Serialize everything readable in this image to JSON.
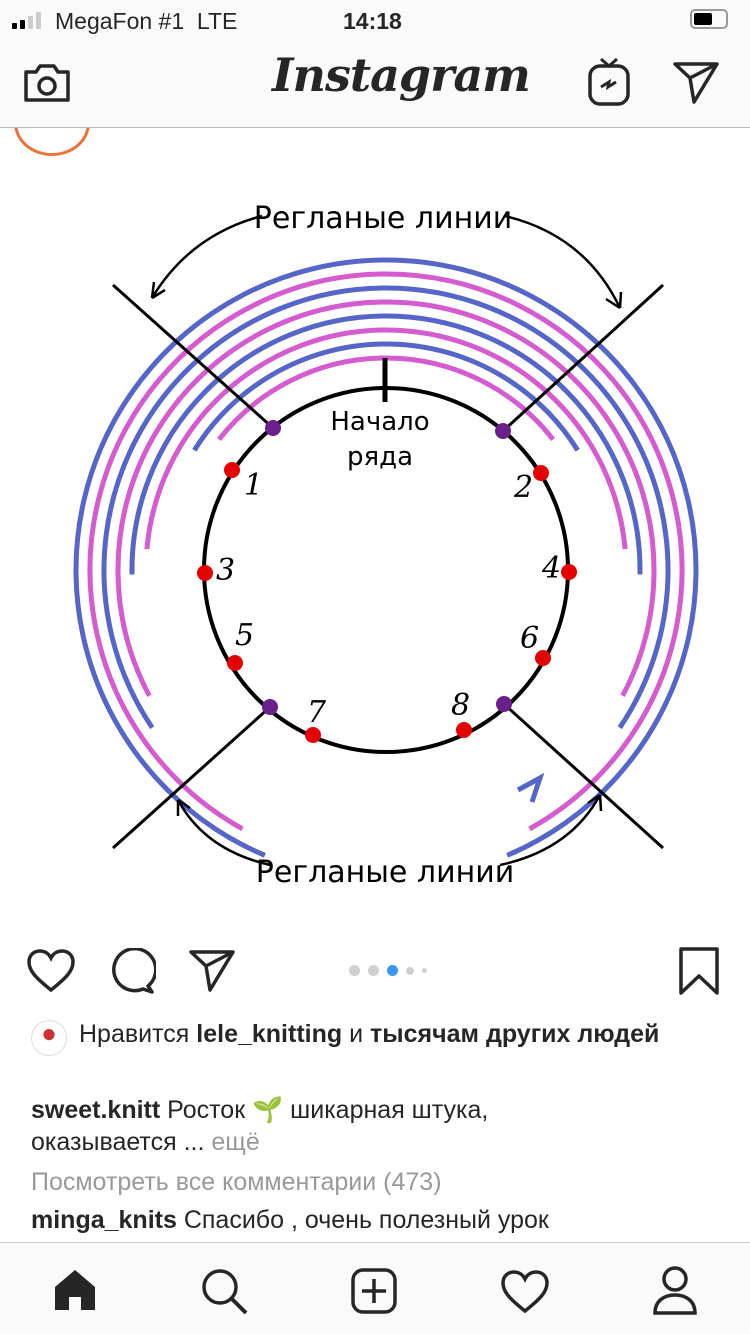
{
  "status": {
    "carrier": "MegaFon #1",
    "network": "LTE",
    "time": "14:18"
  },
  "header": {
    "title": "Instagram"
  },
  "diagram": {
    "top_label": "Регланые линии",
    "bottom_label": "Регланые линии",
    "center_label_1": "Начало",
    "center_label_2": "ряда",
    "markers": [
      "1",
      "2",
      "3",
      "4",
      "5",
      "6",
      "7",
      "8"
    ],
    "colors": {
      "blue": "#5566c8",
      "pink": "#d45ccf",
      "red": "#e50000",
      "purple": "#6a1f8a"
    }
  },
  "carousel": {
    "count": 5,
    "active": 2
  },
  "likes": {
    "prefix": "Нравится",
    "user": "lele_knitting",
    "conj": "и",
    "rest": "тысячам других людей"
  },
  "caption": {
    "user": "sweet.knitt",
    "text": "Росток 🌱 шикарная штука, оказывается ...",
    "more": "ещё"
  },
  "comments": {
    "view_all": "Посмотреть все комментарии (473)",
    "preview_user": "minga_knits",
    "preview_text": "Спасибо , очень полезный урок"
  }
}
